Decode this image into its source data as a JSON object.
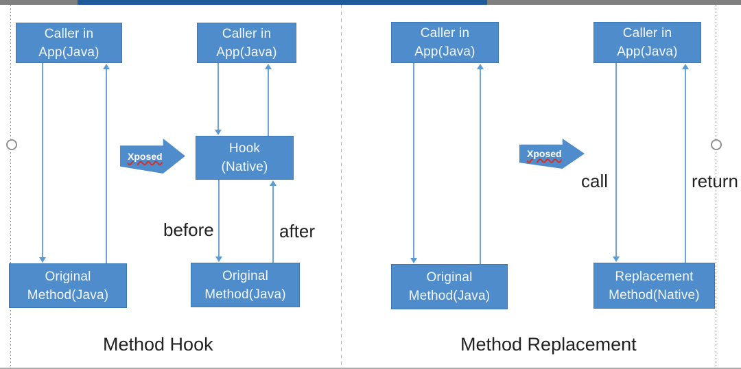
{
  "box_labels": {
    "caller": {
      "line1": "Caller in",
      "line2": "App(Java)"
    },
    "hook": {
      "line1": "Hook",
      "line2": "(Native)"
    },
    "original": {
      "line1": "Original",
      "line2": "Method(Java)"
    },
    "replacement": {
      "line1": "Replacement",
      "line2": "Method(Native)"
    }
  },
  "left_diagram": {
    "title": "Method Hook",
    "xposed": "Xposed",
    "before": "before",
    "after": "after"
  },
  "right_diagram": {
    "title": "Method Replacement",
    "xposed": "Xposed",
    "call": "call",
    "return": "return"
  },
  "colors": {
    "box_fill": "#4e8ccb",
    "box_border": "#3a77b3",
    "connector_blue": "#5b9bd5",
    "topbar_gray": "#7f7f7f",
    "topbar_blue": "#1d5c99",
    "guide_blue": "#94bae6",
    "guide_gray": "#8f8f8f",
    "label_text": "#212121",
    "spellcheck_underline": "#d93025"
  }
}
